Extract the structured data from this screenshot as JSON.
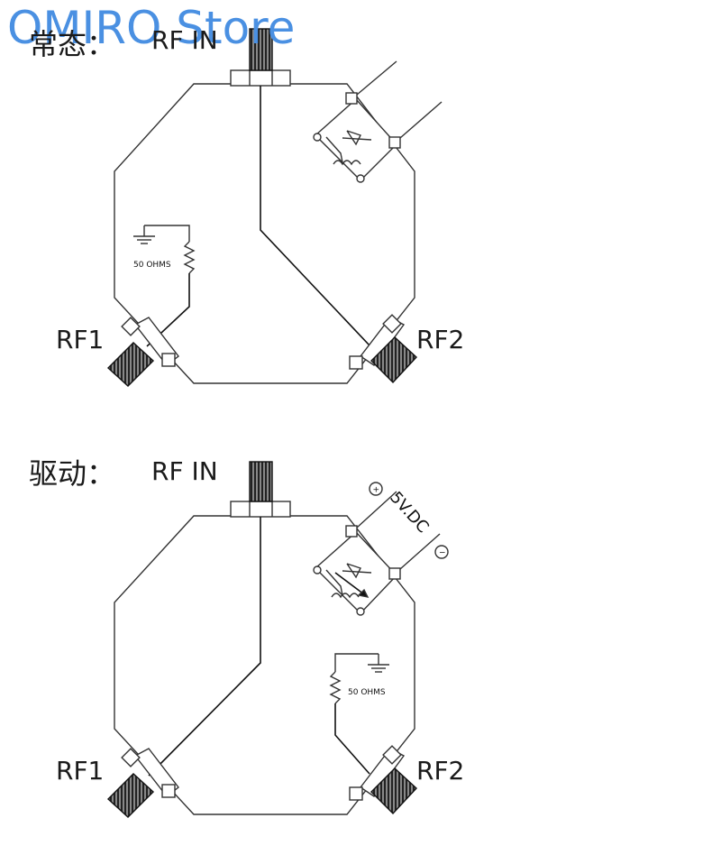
{
  "watermark": "OMIRO Store",
  "top": {
    "state_label": "常态：",
    "rf_in": "RF IN",
    "rf1": "RF1",
    "rf2": "RF2",
    "resistor_label": "50 OHMS"
  },
  "bottom": {
    "state_label": "驱动：",
    "rf_in": "RF IN",
    "rf1": "RF1",
    "rf2": "RF2",
    "resistor_label": "50 OHMS",
    "voltage_label": "5V.DC",
    "plus_symbol": "+",
    "minus_symbol": "−"
  }
}
